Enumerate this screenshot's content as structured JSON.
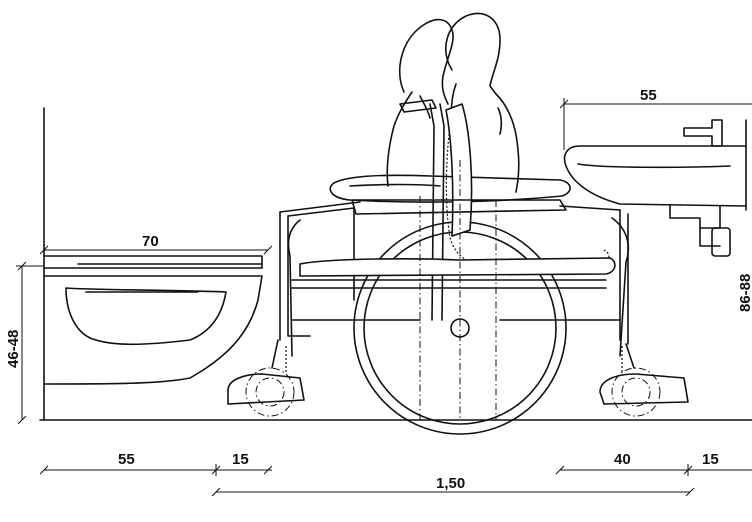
{
  "drawing": {
    "description_labels": {
      "toilet_depth": "70",
      "toilet_height": "46-48",
      "basin_depth": "55",
      "basin_height": "86-88",
      "left_clear": "55",
      "left_gap": "15",
      "right_clear": "40",
      "right_gap": "15",
      "total_width": "1,50"
    },
    "icons": [
      "toilet-icon",
      "wheelchair-icon",
      "person-silhouette-icon",
      "washbasin-icon",
      "faucet-icon"
    ],
    "line_color": "#111111",
    "background_color": "#ffffff"
  }
}
